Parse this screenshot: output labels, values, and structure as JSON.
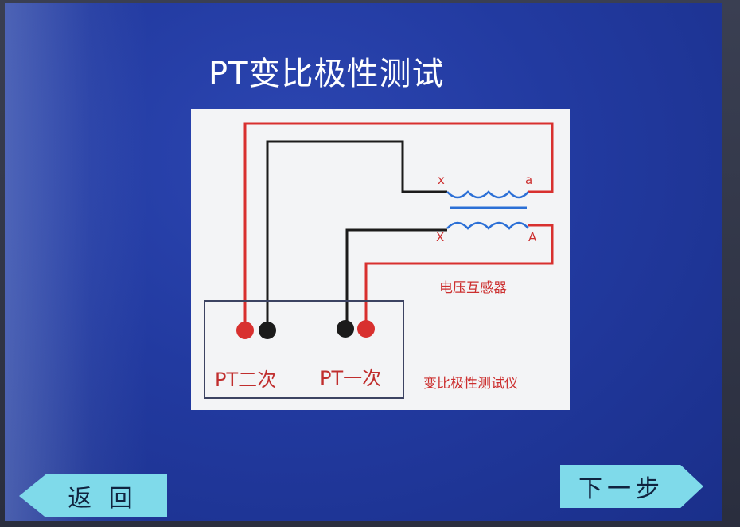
{
  "screen": {
    "title": "PT变比极性测试"
  },
  "diagram": {
    "terminal_x_lower": "x",
    "terminal_a_lower": "a",
    "terminal_X_upper": "X",
    "terminal_A_upper": "A",
    "transformer_label": "电压互感器",
    "instrument_label": "变比极性测试仪",
    "port_secondary": "PT二次",
    "port_primary": "PT一次",
    "wire_colors": {
      "red": "#d8302f",
      "black": "#1b1b1b",
      "core": "#2b6fd6"
    }
  },
  "nav": {
    "back_label": "返 回",
    "next_label": "下一步"
  }
}
